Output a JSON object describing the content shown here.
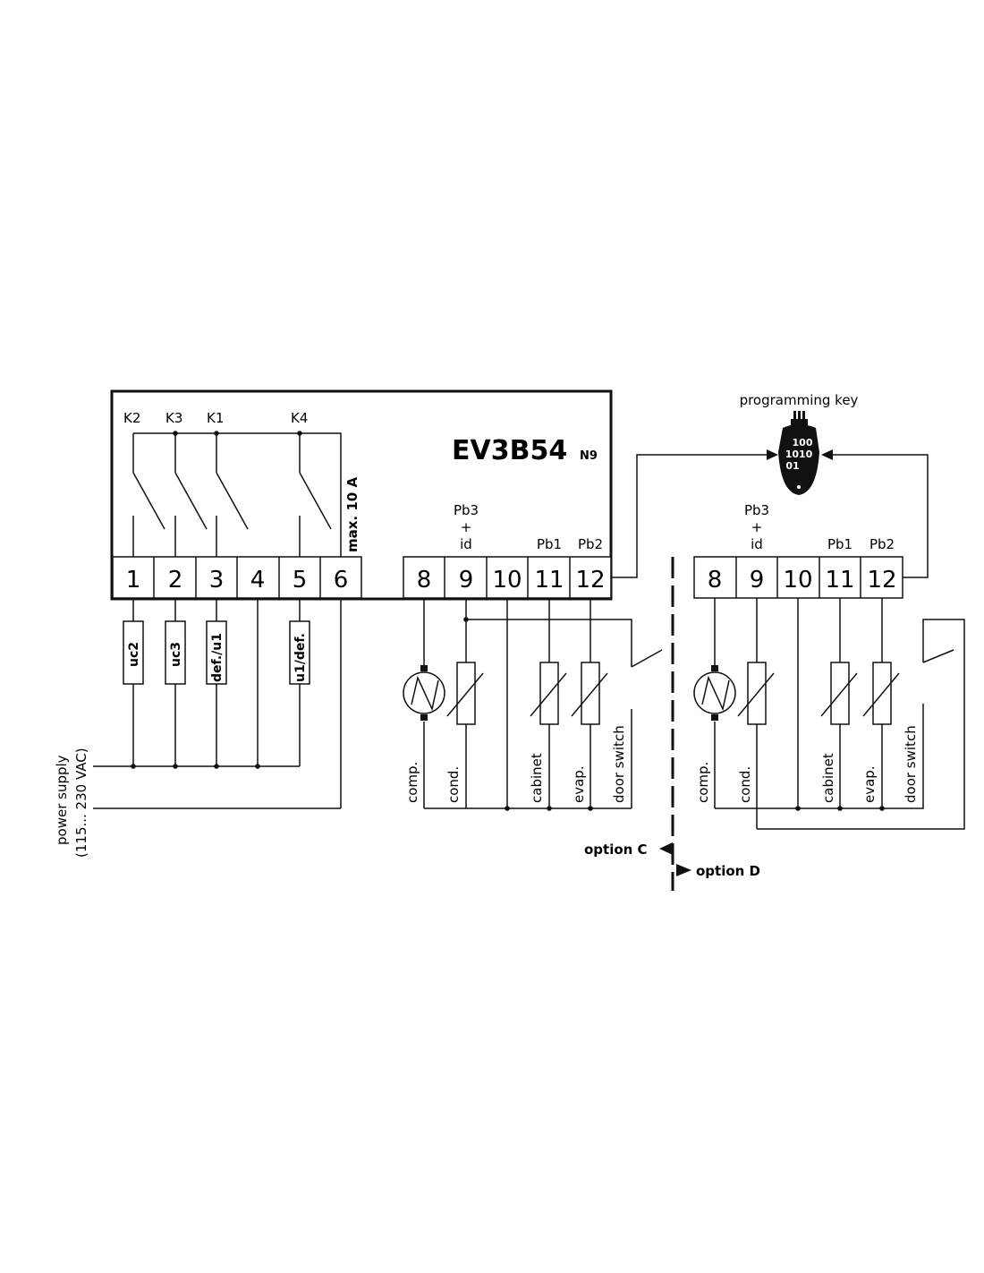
{
  "model": {
    "name": "EV3B54",
    "suffix": "N9"
  },
  "relays": [
    "K2",
    "K3",
    "K1",
    "K4"
  ],
  "max_current": "max. 10 A",
  "terminals_left": [
    "1",
    "2",
    "3",
    "4",
    "5",
    "6"
  ],
  "terminals_c": [
    "8",
    "9",
    "10",
    "11",
    "12"
  ],
  "terminals_d": [
    "8",
    "9",
    "10",
    "11",
    "12"
  ],
  "probes": {
    "pb3": "Pb3",
    "plus": "+",
    "id": "id",
    "pb1": "Pb1",
    "pb2": "Pb2"
  },
  "loads": [
    "uc2",
    "uc3",
    "def./u1",
    "u1/def."
  ],
  "power_supply": {
    "line1": "power supply",
    "line2": "(115... 230 VAC)"
  },
  "devices": {
    "comp": "comp.",
    "cond": "cond.",
    "cabinet": "cabinet",
    "evap": "evap.",
    "door": "door switch"
  },
  "programming_key": {
    "label": "programming key",
    "code": [
      "100",
      "1010",
      "01"
    ]
  },
  "options": {
    "c": "option C",
    "d": "option D"
  }
}
